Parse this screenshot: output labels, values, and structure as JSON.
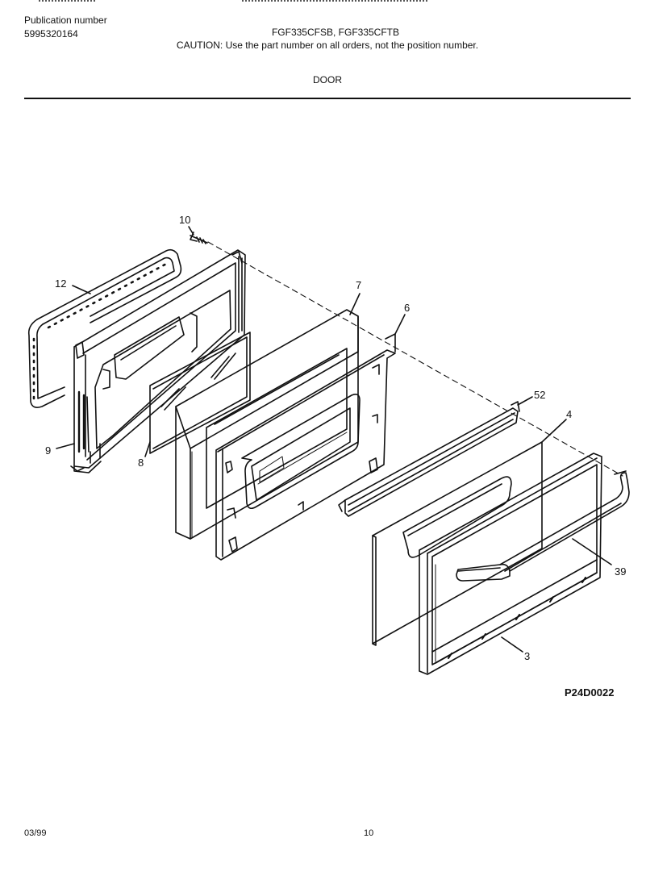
{
  "header": {
    "publication_label": "Publication number",
    "publication_number": "5995320164",
    "models": "FGF335CFSB, FGF335CFTB",
    "caution": "CAUTION:  Use the part number on all orders, not the position number.",
    "section": "DOOR"
  },
  "callouts": [
    {
      "id": "c10",
      "text": "10"
    },
    {
      "id": "c12",
      "text": "12"
    },
    {
      "id": "c7",
      "text": "7"
    },
    {
      "id": "c6",
      "text": "6"
    },
    {
      "id": "c52",
      "text": "52"
    },
    {
      "id": "c4",
      "text": "4"
    },
    {
      "id": "c9",
      "text": "9"
    },
    {
      "id": "c8",
      "text": "8"
    },
    {
      "id": "c39",
      "text": "39"
    },
    {
      "id": "c3",
      "text": "3"
    }
  ],
  "footer": {
    "diagram_code": "P24D0022",
    "date": "03/99",
    "page": "10"
  }
}
